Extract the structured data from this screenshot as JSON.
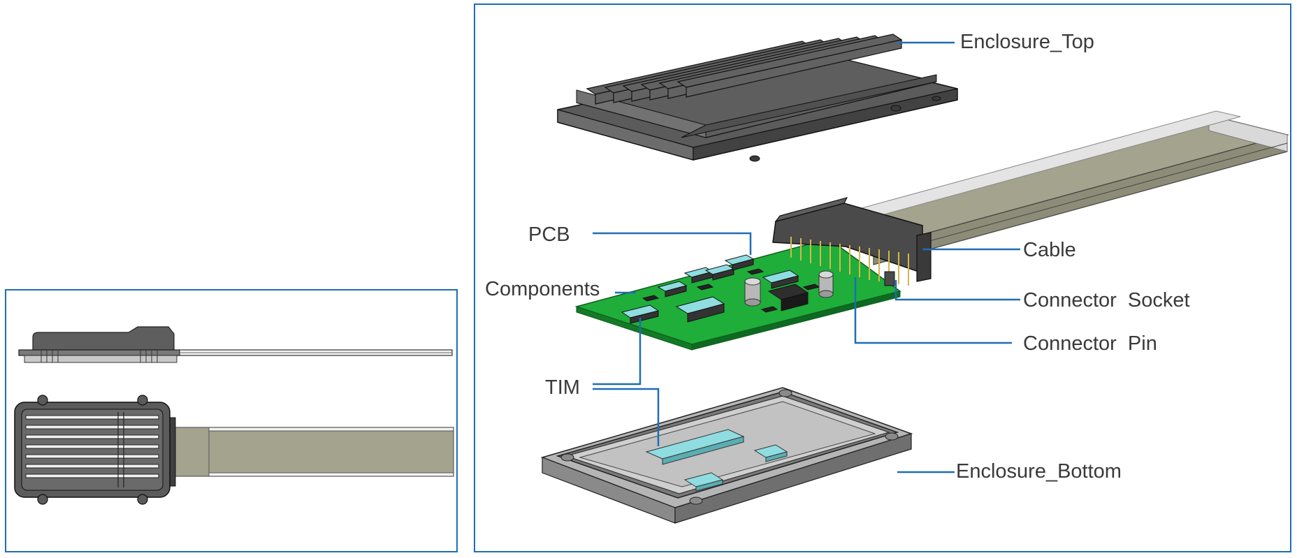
{
  "labels": {
    "enclosure_top": "Enclosure_Top",
    "pcb": "PCB",
    "components": "Components",
    "cable": "Cable",
    "connector_socket": "Connector  Socket",
    "connector_pin": "Connector  Pin",
    "tim": "TIM",
    "enclosure_bottom": "Enclosure_Bottom"
  },
  "colors": {
    "frame": "#1f6db5",
    "leader": "#1f6db5",
    "enclosure": "#5b5b5b",
    "pcb": "#1fae3a",
    "tim": "#8fdde0",
    "cable": "#a3a38e"
  }
}
